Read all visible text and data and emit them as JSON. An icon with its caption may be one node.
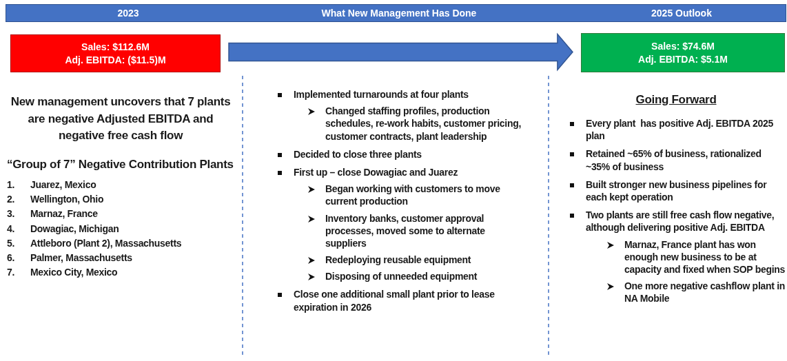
{
  "diagram": {
    "nodes": [
      {
        "text": [
          "2023",
          "What New Management Has Done",
          "2025 Outlook"
        ]
      },
      {
        "text": [
          "Sales: $112.6M",
          "Adj. EBITDA: ($11.5)M"
        ]
      },
      {
        "text": [
          "Sales: $74.6M",
          "Adj. EBITDA: $5.1M"
        ]
      }
    ],
    "edges": [
      {
        "from": 1,
        "to": 2,
        "arrow": "to",
        "style": "thick",
        "color": "#4472c4"
      }
    ],
    "labels": [
      "New management uncovers that 7 plants are negative Adjusted EBITDA and negative free cash flow",
      "“Group of 7” Negative Contribution Plants",
      "1.",
      "Juarez, Mexico",
      "2.",
      "Wellington, Ohio",
      "3.",
      "Marnaz, France",
      "4.",
      "Dowagiac, Michigan",
      "5.",
      "Attleboro (Plant 2), Massachusetts",
      "6.",
      "Palmer, Massachusetts",
      "7.",
      "Mexico City, Mexico",
      "Implemented turnarounds at four plants",
      "Changed staffing profiles, production schedules, re-work habits, customer pricing, customer contracts, plant leadership",
      "Decided to close three plants",
      "First up – close Dowagiac and Juarez",
      "Began working with customers to move current production",
      "Inventory banks, customer approval processes, moved some to alternate suppliers",
      "Redeploying reusable equipment",
      "Disposing of unneeded equipment",
      "Close one additional small plant prior to lease expiration in 2026",
      "Going Forward",
      "Every plant  has positive Adj. EBITDA 2025 plan",
      "Retained ~65% of business, rationalized ~35% of business",
      "Built stronger new business pipelines for each kept operation",
      "Two plants are still free cash flow negative, although delivering positive Adj. EBITDA",
      "Marnaz, France plant has won enough new business to be at capacity and fixed when SOP begins",
      "One more negative cashflow plant in NA Mobile"
    ]
  }
}
